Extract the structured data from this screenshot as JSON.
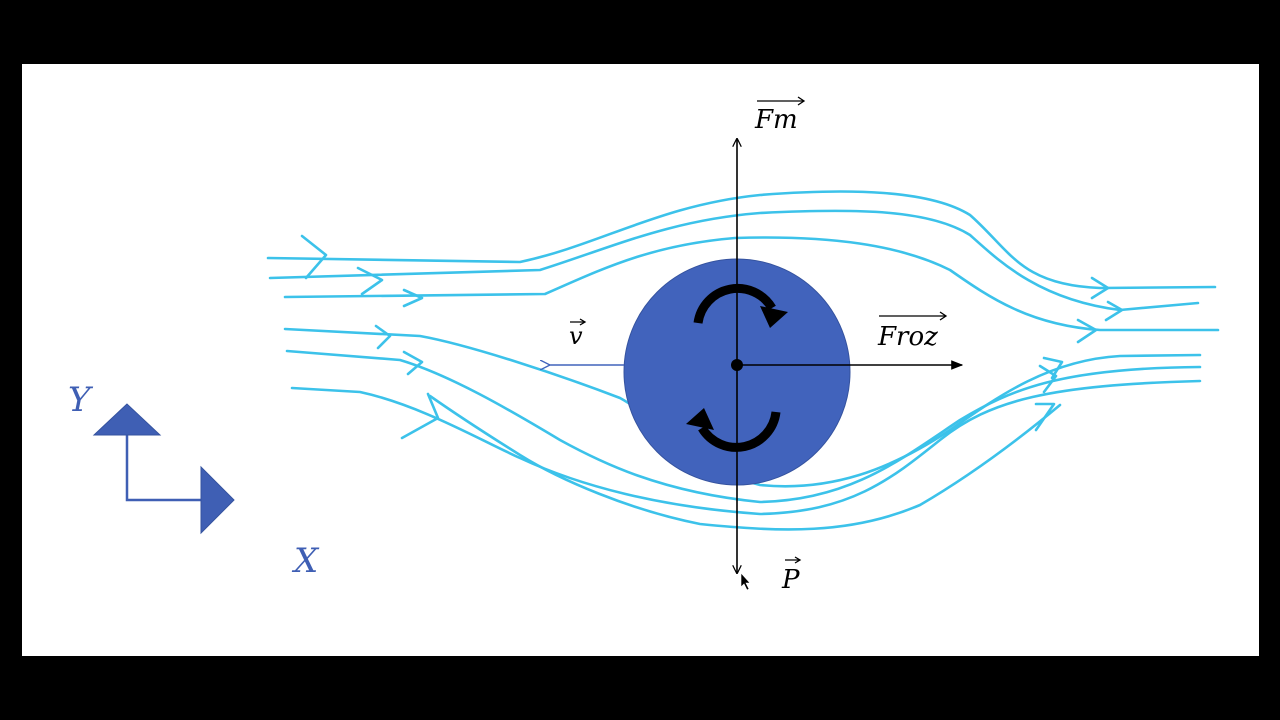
{
  "colors": {
    "background": "#000000",
    "slide": "#ffffff",
    "streamline": "#3cc2ea",
    "cylinder": "#4163bc",
    "axes_blue": "#3f5fb4",
    "force": "#000000"
  },
  "labels": {
    "magnus_force": "Fm",
    "drag_force": "Froz",
    "velocity": "v",
    "weight": "P",
    "axis_x": "X",
    "axis_y": "Y"
  },
  "icons": {
    "rotation_top": "curved-arrow-clockwise-icon",
    "rotation_bottom": "curved-arrow-clockwise-icon",
    "cursor": "mouse-pointer-icon"
  }
}
